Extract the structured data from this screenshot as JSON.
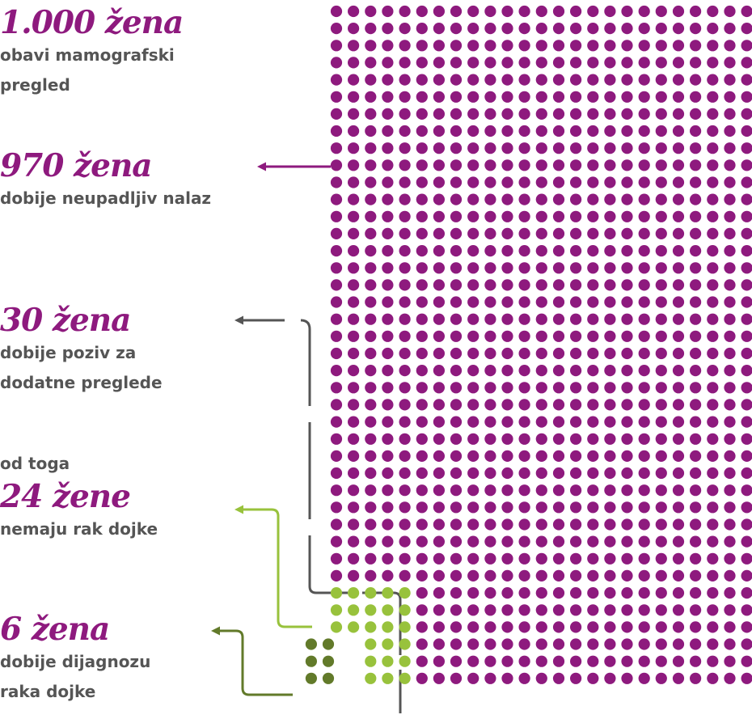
{
  "colors": {
    "purple": "#8e1a7e",
    "gray": "#555555",
    "light_green": "#98c23c",
    "dark_green": "#627a2a"
  },
  "labels": {
    "total": {
      "number": "1.000 žena",
      "text1": "obavi mamografski",
      "text2": "pregled"
    },
    "negative": {
      "number": "970 žena",
      "text1": "dobije neupadljiv nalaz"
    },
    "recalled": {
      "number": "30 žena",
      "text1": "dobije poziv za",
      "text2": "dodatne preglede"
    },
    "no_cancer": {
      "prefix": "od toga",
      "number": "24 žene",
      "text1": "nemaju rak dojke"
    },
    "cancer": {
      "number": "6 žena",
      "text1": "dobije dijagnozu",
      "text2": "raka dojke"
    }
  },
  "chart_data": {
    "type": "dot-matrix",
    "total": 1000,
    "segments": [
      {
        "label": "970 žena — dobije neupadljiv nalaz",
        "count": 970,
        "color": "#8e1a7e"
      },
      {
        "label": "24 žene — nemaju rak dojke",
        "count": 24,
        "color": "#98c23c"
      },
      {
        "label": "6 žena — dobije dijagnozu raka dojke",
        "count": 6,
        "color": "#627a2a"
      }
    ],
    "recalled_total": 30
  }
}
